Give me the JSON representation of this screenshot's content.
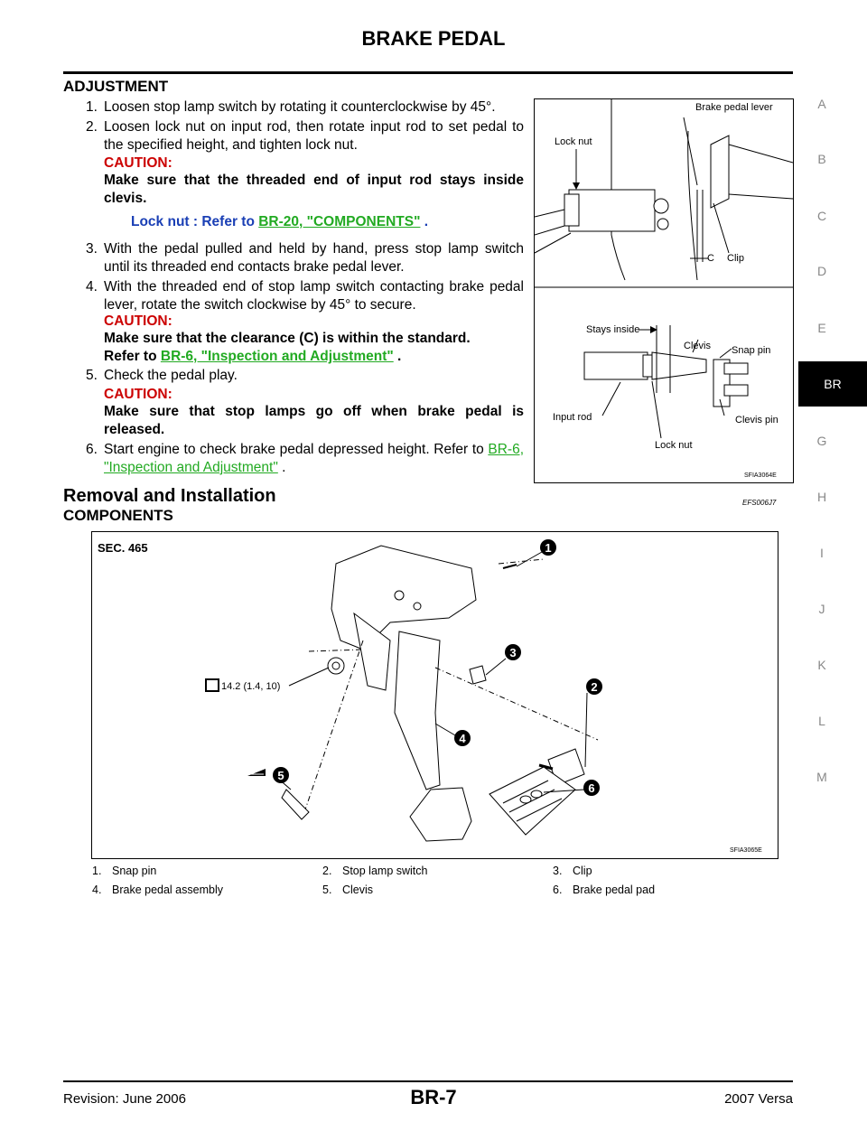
{
  "header": {
    "title": "BRAKE PEDAL"
  },
  "adjustment": {
    "heading": "ADJUSTMENT",
    "step1": {
      "num": "1.",
      "text": "Loosen stop lamp switch by rotating it counterclockwise by 45°."
    },
    "step2": {
      "num": "2.",
      "text": "Loosen lock nut on input rod, then rotate input rod to set pedal to the specified height, and tighten lock nut."
    },
    "caution1": {
      "label": "CAUTION:",
      "text": "Make sure that the threaded end of input rod stays inside clevis."
    },
    "locknut": {
      "label": "Lock nut : Refer to ",
      "link": "BR-20, \"COMPONENTS\"",
      "tail": " ."
    },
    "step3": {
      "num": "3.",
      "text": "With the pedal pulled and held by hand, press stop lamp switch until its threaded end contacts brake pedal lever."
    },
    "step4": {
      "num": "4.",
      "text": "With the threaded end of stop lamp switch contacting brake pedal lever, rotate the switch clockwise by 45° to secure."
    },
    "caution2": {
      "label": "CAUTION:",
      "text": "Make sure that the clearance (C) is within the standard.",
      "refer": "Refer to ",
      "link": "BR-6, \"Inspection and Adjustment\"",
      "tail": " ."
    },
    "step5": {
      "num": "5.",
      "text": "Check the pedal play."
    },
    "caution3": {
      "label": "CAUTION:",
      "text": "Make sure that stop lamps go off when brake pedal is released."
    },
    "step6": {
      "num": "6.",
      "text": "Start engine to check brake pedal depressed height. Refer to ",
      "link": "BR-6, \"Inspection and Adjustment\"",
      "tail": " ."
    }
  },
  "figure1": {
    "labels": {
      "brake_pedal_lever": "Brake pedal lever",
      "lock_nut_top": "Lock nut",
      "c": "C",
      "clip": "Clip",
      "stays_inside": "Stays inside",
      "clevis": "Clevis",
      "snap_pin": "Snap pin",
      "input_rod": "Input rod",
      "clevis_pin": "Clevis pin",
      "lock_nut_bottom": "Lock nut"
    },
    "code": "SFIA3064E"
  },
  "removal": {
    "heading": "Removal and Installation",
    "code": "EFS006J7"
  },
  "components": {
    "heading": "COMPONENTS",
    "sec": "SEC. 465",
    "torque": "14.2 (1.4, 10)",
    "callouts": [
      "1",
      "2",
      "3",
      "4",
      "5",
      "6"
    ],
    "code": "SFIA3065E",
    "legend": [
      [
        "1.",
        "Snap pin",
        "2.",
        "Stop lamp switch",
        "3.",
        "Clip"
      ],
      [
        "4.",
        "Brake pedal assembly",
        "5.",
        "Clevis",
        "6.",
        "Brake pedal pad"
      ]
    ]
  },
  "side_index": {
    "letters": [
      "A",
      "B",
      "C",
      "D",
      "E",
      "BR",
      "G",
      "H",
      "I",
      "J",
      "K",
      "L",
      "M"
    ],
    "active": "BR"
  },
  "footer": {
    "revision": "Revision: June 2006",
    "page": "BR-7",
    "model": "2007 Versa"
  }
}
